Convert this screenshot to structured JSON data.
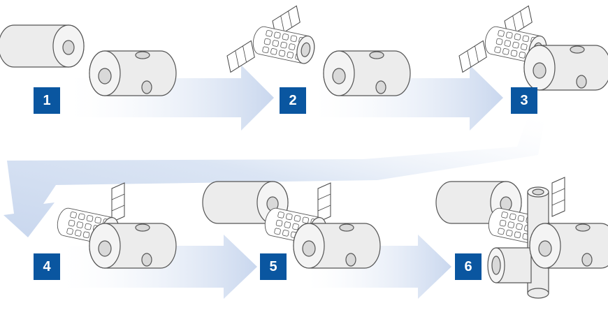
{
  "steps": [
    {
      "number": "1"
    },
    {
      "number": "2"
    },
    {
      "number": "3"
    },
    {
      "number": "4"
    },
    {
      "number": "5"
    },
    {
      "number": "6"
    }
  ],
  "colors": {
    "badge": "#0a56a0",
    "arrow_start": "#ffffff",
    "arrow_end": "#c9d7ee",
    "module_fill": "#ececec",
    "outline": "#555555"
  }
}
